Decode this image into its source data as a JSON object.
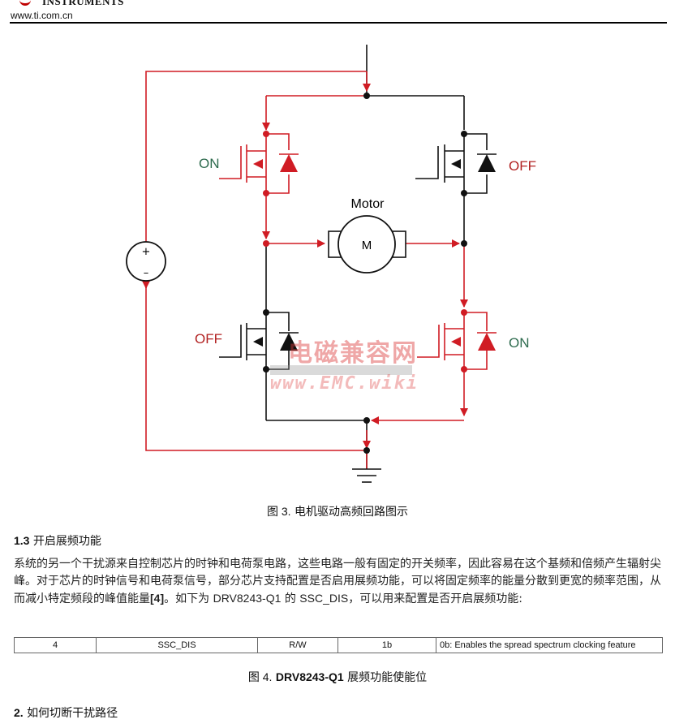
{
  "header": {
    "brand": "INSTRUMENTS",
    "url": "www.ti.com.cn"
  },
  "diagram": {
    "labels": {
      "top_left_state": "ON",
      "top_right_state": "OFF",
      "bottom_left_state": "OFF",
      "bottom_right_state": "ON",
      "motor_title": "Motor",
      "motor_symbol": "M",
      "supply_plus": "+",
      "supply_minus": "–"
    },
    "colors": {
      "current_path": "#d01c24",
      "wire": "#111111"
    }
  },
  "watermark": {
    "line1": "电磁兼容网",
    "line2": "www.EMC.wiki"
  },
  "figure3": {
    "num": "图 3.",
    "title": "电机驱动高频回路图示"
  },
  "section13": {
    "num": "1.3",
    "title": "开启展频功能"
  },
  "paragraph": {
    "p1": "系统的另一个干扰源来自控制芯片的时钟和电荷泵电路，这些电路一般有固定的开关频率，因此容易在这个基频和倍频产生辐射尖峰。对于芯片的时钟信号和电荷泵信号，部分芯片支持配置是否启用展频功能，可以将固定频率的能量分散到更宽的频率范围，从而减小特定频段的峰值能量",
    "ref": "[4]",
    "p2": "。如下为 ",
    "part": "DRV8243-Q1",
    "p3": " 的 ",
    "reg": "SSC_DIS",
    "p4": "，可以用来配置是否开启展频功能:"
  },
  "register_table": {
    "rows": [
      {
        "bit": "4",
        "field": "SSC_DIS",
        "type": "R/W",
        "reset": "1b",
        "desc": "0b: Enables the spread spectrum clocking feature"
      }
    ]
  },
  "figure4": {
    "num": "图 4.",
    "part": "DRV8243-Q1",
    "title": "展频功能使能位"
  },
  "section2": {
    "num": "2.",
    "title": "如何切断干扰路径"
  }
}
